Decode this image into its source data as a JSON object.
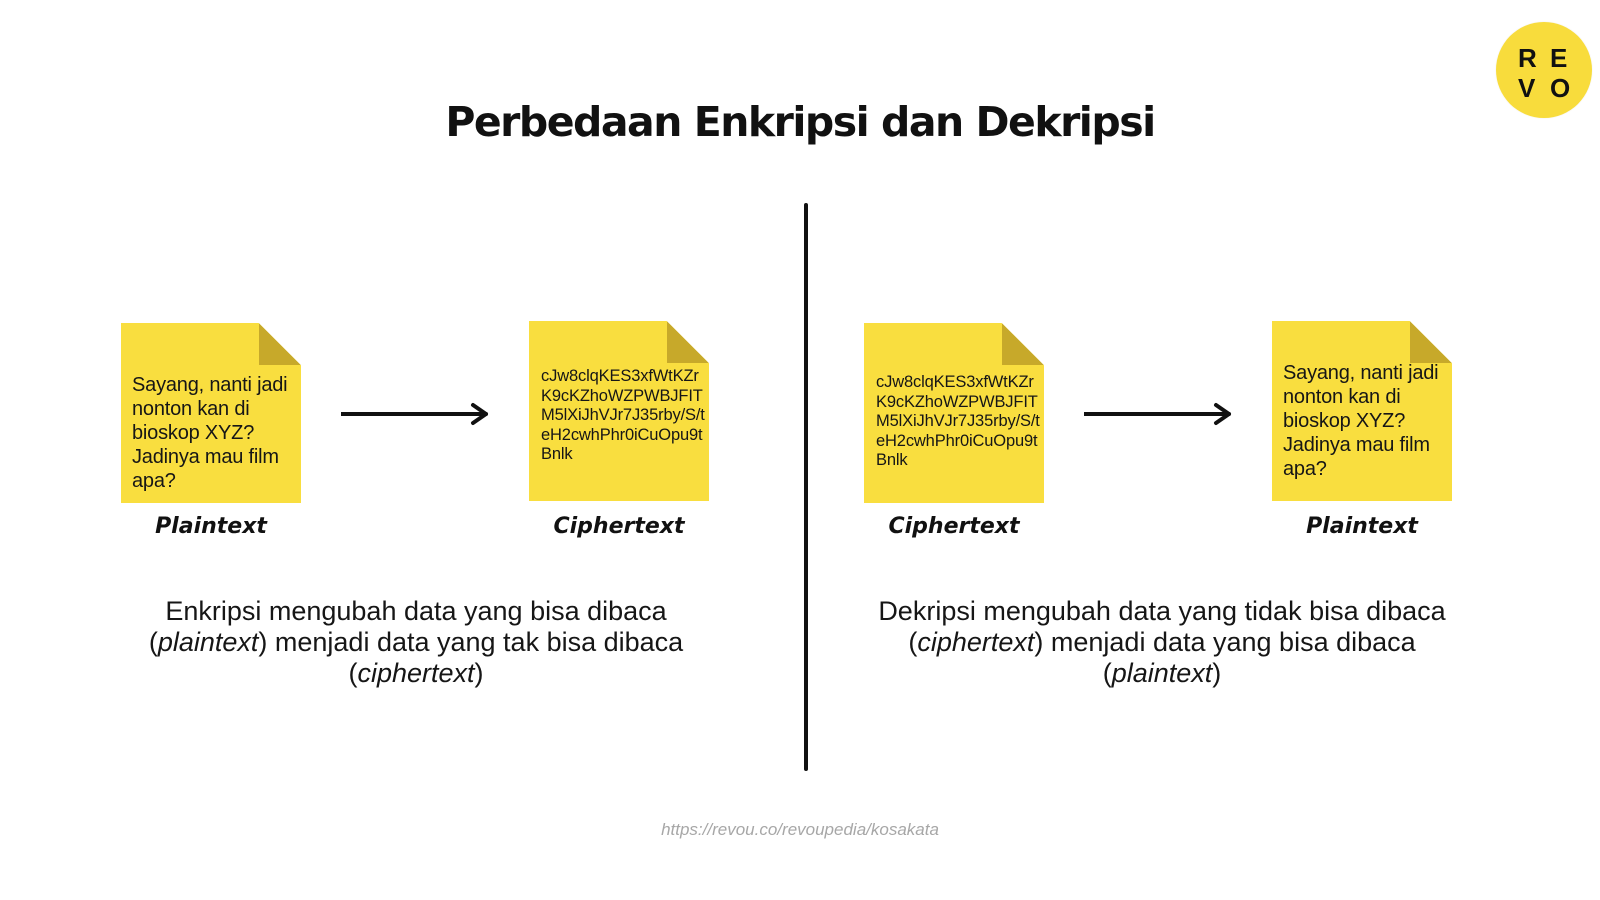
{
  "logo": {
    "letters": [
      "R",
      "E",
      "V",
      "O"
    ],
    "color": "#f8dc3c"
  },
  "title": "Perbedaan Enkripsi dan Dekripsi",
  "colors": {
    "note": "#f9de3f",
    "fold": "#c7a92a",
    "text": "#111111"
  },
  "encryption": {
    "input_note": {
      "text": "Sayang, nanti jadi nonton kan di bioskop XYZ? Jadinya mau film apa?",
      "label": "Plaintext"
    },
    "output_note": {
      "text": "cJw8clqKES3xfWtKZrK9cKZhoWZPWBJFITM5lXiJhVJr7J35rby/S/teH2cwhPhr0iCuOpu9tBnlk",
      "label": "Ciphertext"
    },
    "description": {
      "part1": "Enkripsi mengubah data yang bisa dibaca (",
      "italic1": "plaintext",
      "part2": ") menjadi data yang tak bisa dibaca (",
      "italic2": "ciphertext",
      "part3": ")"
    }
  },
  "decryption": {
    "input_note": {
      "text": "cJw8clqKES3xfWtKZrK9cKZhoWZPWBJFITM5lXiJhVJr7J35rby/S/teH2cwhPhr0iCuOpu9tBnlk",
      "label": "Ciphertext"
    },
    "output_note": {
      "text": "Sayang, nanti jadi nonton kan di bioskop XYZ? Jadinya mau film apa?",
      "label": "Plaintext"
    },
    "description": {
      "part1": "Dekripsi mengubah data yang tidak bisa dibaca (",
      "italic1": "ciphertext",
      "part2": ") menjadi data yang bisa dibaca (",
      "italic2": "plaintext",
      "part3": ")"
    }
  },
  "footer": {
    "url": "https://revou.co/revoupedia/kosakata"
  }
}
